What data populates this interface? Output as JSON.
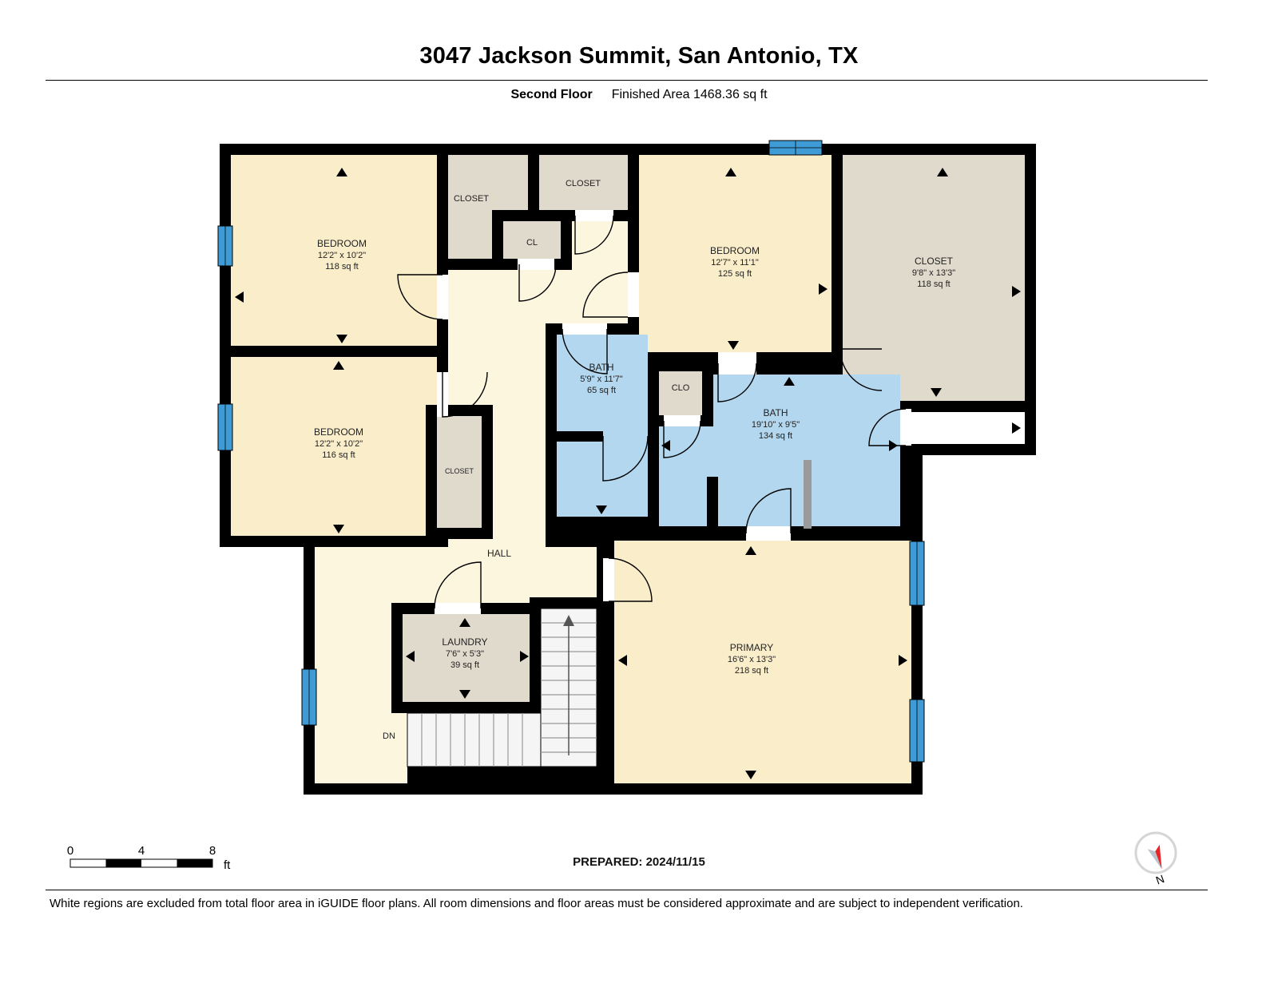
{
  "header": {
    "title": "3047 Jackson Summit, San Antonio, TX",
    "floor_label": "Second Floor",
    "finished_area": "Finished Area 1468.36 sq ft"
  },
  "rooms": {
    "bedroom_top_left": {
      "name": "BEDROOM",
      "dims": "12'2\" x 10'2\"",
      "area": "118 sq ft"
    },
    "bedroom_mid_left": {
      "name": "BEDROOM",
      "dims": "12'2\" x 10'2\"",
      "area": "116 sq ft"
    },
    "bedroom_top": {
      "name": "BEDROOM",
      "dims": "12'7\" x 11'1\"",
      "area": "125 sq ft"
    },
    "closet_large": {
      "name": "CLOSET",
      "dims": "9'8\" x 13'3\"",
      "area": "118 sq ft"
    },
    "closet_top_1": {
      "name": "CLOSET"
    },
    "closet_top_2": {
      "name": "CLOSET"
    },
    "closet_cl": {
      "name": "CL"
    },
    "closet_small": {
      "name": "CLOSET"
    },
    "clo": {
      "name": "CLO"
    },
    "bath_small": {
      "name": "BATH",
      "dims": "5'9\" x 11'7\"",
      "area": "65 sq ft"
    },
    "bath_large": {
      "name": "BATH",
      "dims": "19'10\" x 9'5\"",
      "area": "134 sq ft"
    },
    "hall": {
      "name": "HALL"
    },
    "laundry": {
      "name": "LAUNDRY",
      "dims": "7'6\" x 5'3\"",
      "area": "39 sq ft"
    },
    "primary": {
      "name": "PRIMARY",
      "dims": "16'6\" x 13'3\"",
      "area": "218 sq ft"
    },
    "stairs": {
      "label": "DN"
    }
  },
  "footer": {
    "scale": {
      "tick_0": "0",
      "tick_4": "4",
      "tick_8": "8",
      "unit": "ft"
    },
    "prepared": "PREPARED: 2024/11/15",
    "compass_label": "N",
    "disclaimer": "White regions are excluded from total floor area in iGUIDE floor plans. All room dimensions and floor areas must be considered approximate and are subject to independent verification."
  },
  "colors": {
    "wall": "#000000",
    "bedroom_fill": "#faeeca",
    "hall_fill": "#fcf6df",
    "closet_fill": "#e0dacd",
    "bath_fill": "#b2d7ef",
    "window_blue": "#3f9bd5",
    "stair_fill": "#f5f5f5",
    "compass_needle_red": "#e8262a"
  }
}
